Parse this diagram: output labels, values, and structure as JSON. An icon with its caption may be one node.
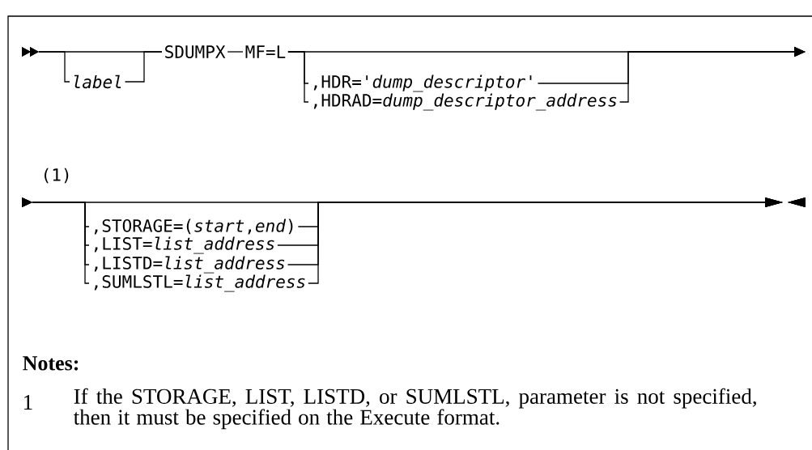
{
  "diagram": {
    "nodes": [
      {
        "text": [
          "label"
        ]
      },
      {
        "text": [
          "SDUMPX"
        ]
      },
      {
        "text": [
          "MF=L"
        ]
      },
      {
        "text": [
          ",HDR='*dump_descriptor*'"
        ]
      },
      {
        "text": [
          ",HDRAD=*dump_descriptor_address*"
        ]
      },
      {
        "text": [
          ",STORAGE=(*start*,*end*)"
        ]
      },
      {
        "text": [
          ",LIST=*list_address*"
        ]
      },
      {
        "text": [
          ",LISTD=*list_address*"
        ]
      },
      {
        "text": [
          ",SUMLSTL=*list_address*"
        ]
      }
    ],
    "edges": [
      {
        "from": null,
        "to": 0,
        "arrow": "to"
      },
      {
        "from": null,
        "to": 1,
        "arrow": "to"
      },
      {
        "from": 0,
        "to": 1,
        "arrow": "none"
      },
      {
        "from": 1,
        "to": 2,
        "arrow": "none"
      },
      {
        "from": 2,
        "to": 3,
        "arrow": "none"
      },
      {
        "from": 2,
        "to": 4,
        "arrow": "none"
      },
      {
        "from": 3,
        "to": null,
        "arrow": "to"
      },
      {
        "from": 4,
        "to": null,
        "arrow": "to"
      },
      {
        "from": 2,
        "to": null,
        "arrow": "to"
      },
      {
        "from": null,
        "to": 5,
        "arrow": "to"
      },
      {
        "from": null,
        "to": 6,
        "arrow": "to"
      },
      {
        "from": null,
        "to": 7,
        "arrow": "to"
      },
      {
        "from": null,
        "to": 8,
        "arrow": "to"
      },
      {
        "from": 5,
        "to": null,
        "arrow": "to"
      },
      {
        "from": 6,
        "to": null,
        "arrow": "to"
      },
      {
        "from": 7,
        "to": null,
        "arrow": "to"
      },
      {
        "from": 8,
        "to": null,
        "arrow": "to"
      }
    ],
    "labels": [
      "(1)",
      "Notes:",
      "1",
      "If the STORAGE, LIST, LISTD, or SUMLSTL, parameter is not specified, then it must be specified on the Execute format."
    ]
  }
}
